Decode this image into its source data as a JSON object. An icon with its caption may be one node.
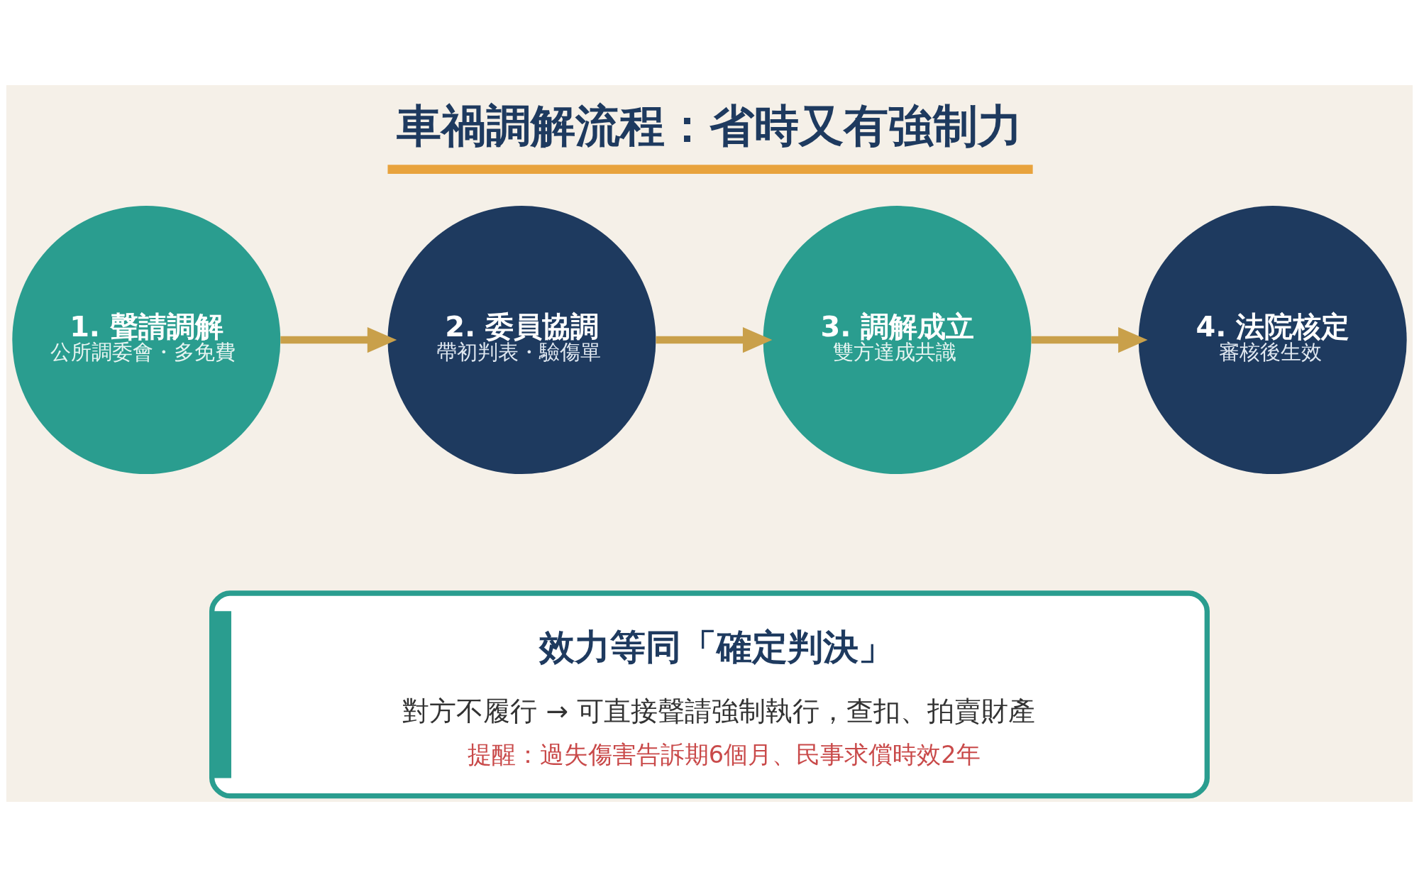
{
  "diagram": {
    "title": "車禍調解流程：省時又有強制力",
    "nodes": [
      {
        "text": [
          "1. 聲請調解",
          "公所調委會・多免費"
        ]
      },
      {
        "text": [
          "2. 委員協調",
          "帶初判表・驗傷單"
        ]
      },
      {
        "text": [
          "3. 調解成立",
          "雙方達成共識"
        ]
      },
      {
        "text": [
          "4. 法院核定",
          "審核後生效"
        ]
      },
      {
        "text": [
          "效力等同「確定判決」",
          "對方不履行 → 可直接聲請強制執行，查扣、拍賣財產",
          "提醒：過失傷害告訴期6個月、民事求償時效2年"
        ]
      }
    ],
    "edges": [
      {
        "from": 0,
        "to": 1,
        "arrow": "to"
      },
      {
        "from": 1,
        "to": 2,
        "arrow": "to"
      },
      {
        "from": 2,
        "to": 3,
        "arrow": "to"
      }
    ]
  }
}
